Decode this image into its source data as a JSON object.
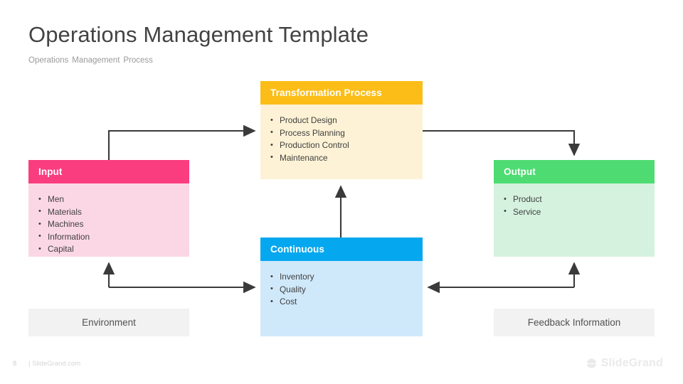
{
  "header": {
    "title": "Operations Management Template",
    "subtitle_words": [
      "Operations",
      "Management",
      "Process"
    ]
  },
  "diagram": {
    "boxes": [
      {
        "key": "input",
        "title": "Input",
        "header_color": "#fa3d7f",
        "body_color": "#fbd7e5",
        "items": [
          "Men",
          "Materials",
          "Machines",
          "Information",
          "Capital"
        ]
      },
      {
        "key": "transformation",
        "title": "Transformation Process",
        "header_color": "#fcbd18",
        "body_color": "#fdf2d5",
        "items": [
          "Product  Design",
          "Process Planning",
          "Production  Control",
          "Maintenance"
        ]
      },
      {
        "key": "output",
        "title": "Output",
        "header_color": "#4edb72",
        "body_color": "#d5f2de",
        "items": [
          "Product",
          "Service"
        ]
      },
      {
        "key": "continuous",
        "title": "Continuous",
        "header_color": "#05a7ef",
        "body_color": "#cfe9fa",
        "items": [
          "Inventory",
          "Quality",
          "Cost"
        ]
      }
    ],
    "labels": {
      "environment": "Environment",
      "feedback": "Feedback Information"
    },
    "connector_color": "#3a3a3a"
  },
  "footer": {
    "page_number": "8",
    "site": "| SlideGrand.com",
    "brand_name": "SlideGrand",
    "brand_icon": "bowl-logo-icon"
  }
}
